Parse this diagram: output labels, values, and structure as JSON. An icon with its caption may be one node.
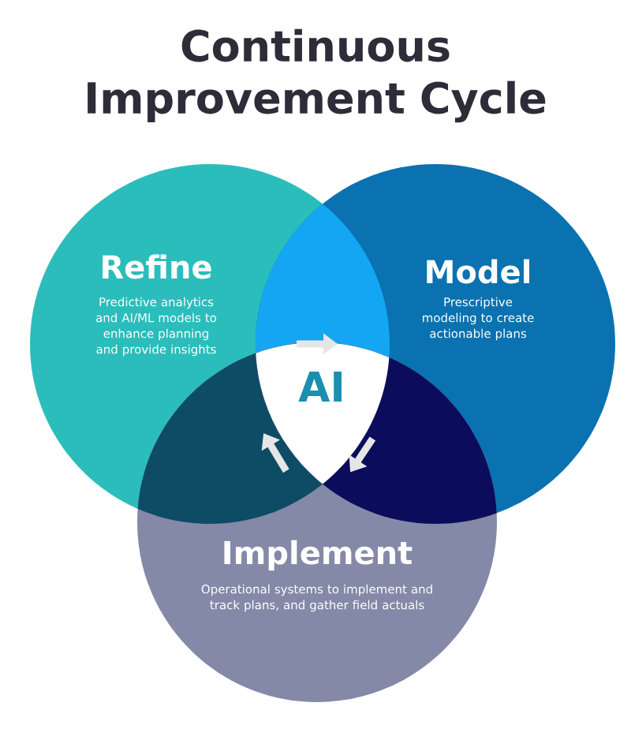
{
  "diagram": {
    "title": "Continuous Improvement Cycle",
    "nodes": [
      {
        "text": [
          "Refine",
          "Predictive analytics and AI/ML models to enhance planning and provide insights"
        ]
      },
      {
        "text": [
          "Model",
          "Prescriptive modeling to create actionable plans"
        ]
      },
      {
        "text": [
          "Implement",
          "Operational systems to implement and track plans, and gather field actuals"
        ]
      }
    ],
    "edges": [
      {
        "from": 0,
        "to": 1,
        "arrow": "to"
      },
      {
        "from": 1,
        "to": 2,
        "arrow": "to"
      },
      {
        "from": 2,
        "to": 0,
        "arrow": "to"
      }
    ],
    "labels": [
      "AI"
    ]
  }
}
